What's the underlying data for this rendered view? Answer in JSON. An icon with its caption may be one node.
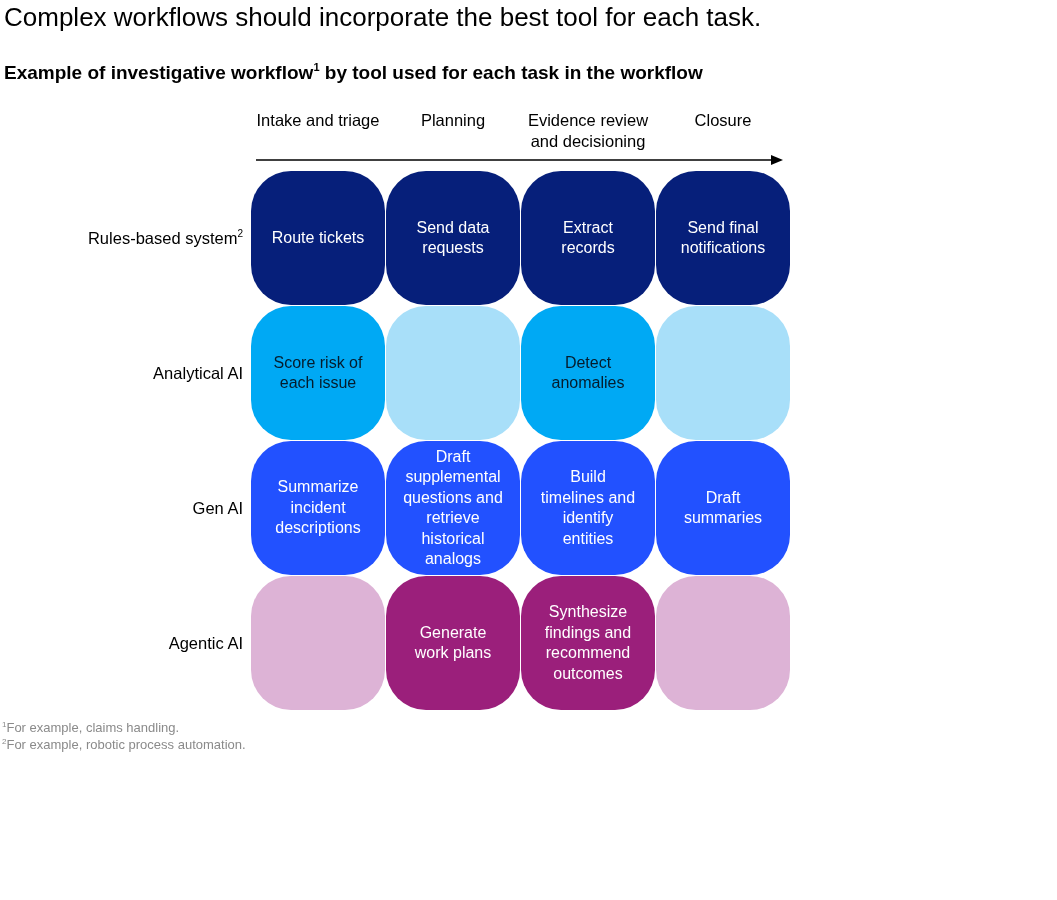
{
  "diagram": {
    "title": "Complex workflows should incorporate the best tool for each task.",
    "nodes": [
      {
        "text": [
          "Route tickets"
        ]
      },
      {
        "text": [
          "Send data requests"
        ]
      },
      {
        "text": [
          "Extract records"
        ]
      },
      {
        "text": [
          "Send final notifications"
        ]
      },
      {
        "text": [
          "Score risk of each issue"
        ]
      },
      {
        "text": [],
        "shape": "box"
      },
      {
        "text": [
          "Detect anomalies"
        ]
      },
      {
        "text": [],
        "shape": "box"
      },
      {
        "text": [
          "Summarize incident descriptions"
        ]
      },
      {
        "text": [
          "Draft supplemental questions and retrieve historical analogs"
        ]
      },
      {
        "text": [
          "Build timelines and identify entities"
        ]
      },
      {
        "text": [
          "Draft summaries"
        ]
      },
      {
        "text": [],
        "shape": "box"
      },
      {
        "text": [
          "Generate work plans"
        ]
      },
      {
        "text": [
          "Synthesize findings and recommend outcomes"
        ]
      },
      {
        "text": [],
        "shape": "box"
      }
    ],
    "edges": [],
    "labels": [
      "Example of investigative workflow$^{1}$ by tool used for each task in the workflow",
      "Intake and triage",
      "Planning",
      "Evidence review and decisioning",
      "Closure",
      "Rules-based system$^{2}$",
      "Analytical AI",
      "Gen AI",
      "Agentic AI",
      "$^{1}$For example, claims handling.",
      "$^{2}$For example, robotic process automation."
    ]
  }
}
